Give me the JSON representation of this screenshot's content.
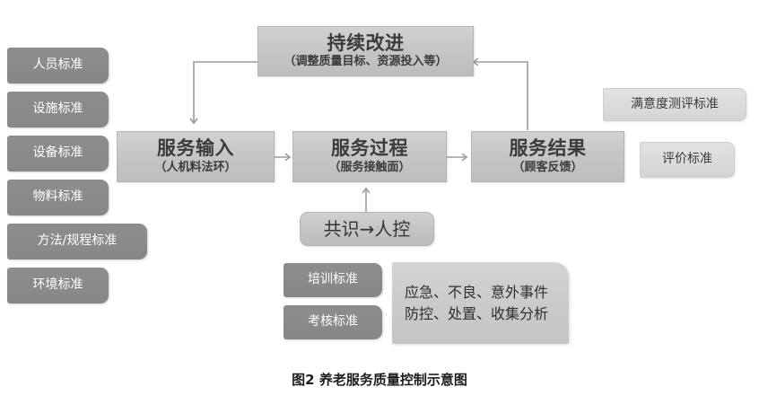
{
  "figure": {
    "caption": "图2  养老服务质量控制示意图"
  },
  "improvement": {
    "title": "持续改进",
    "subtitle": "（调整质量目标、资源投入等）"
  },
  "process": {
    "input": {
      "title": "服务输入",
      "subtitle": "（人机料法环）"
    },
    "middle": {
      "title": "服务过程",
      "subtitle": "（服务接触面）"
    },
    "output": {
      "title": "服务结果",
      "subtitle": "（顾客反馈）"
    }
  },
  "consensus": {
    "label": "共识→人控"
  },
  "input_standards": [
    {
      "label": "人员标准"
    },
    {
      "label": "设施标准"
    },
    {
      "label": "设备标准"
    },
    {
      "label": "物料标准"
    },
    {
      "label": "方法/规程标准"
    },
    {
      "label": "环境标准"
    }
  ],
  "process_standards": [
    {
      "label": "培训标准"
    },
    {
      "label": "考核标准"
    }
  ],
  "result_standards": [
    {
      "label": "满意度测评标准"
    },
    {
      "label": "评价标准"
    }
  ],
  "incident_panel": {
    "line1": "应急、不良、意外事件",
    "line2": "防控、处置、收集分析"
  },
  "colors": {
    "chip_gray": "#8a8a8a",
    "process_gray": "#c6c6c6",
    "panel_gray": "#dcdcdc",
    "connector_gray": "#9b9b9b",
    "text_dark": "#3b3b3b",
    "text_light": "#ffffff",
    "background": "#ffffff"
  }
}
